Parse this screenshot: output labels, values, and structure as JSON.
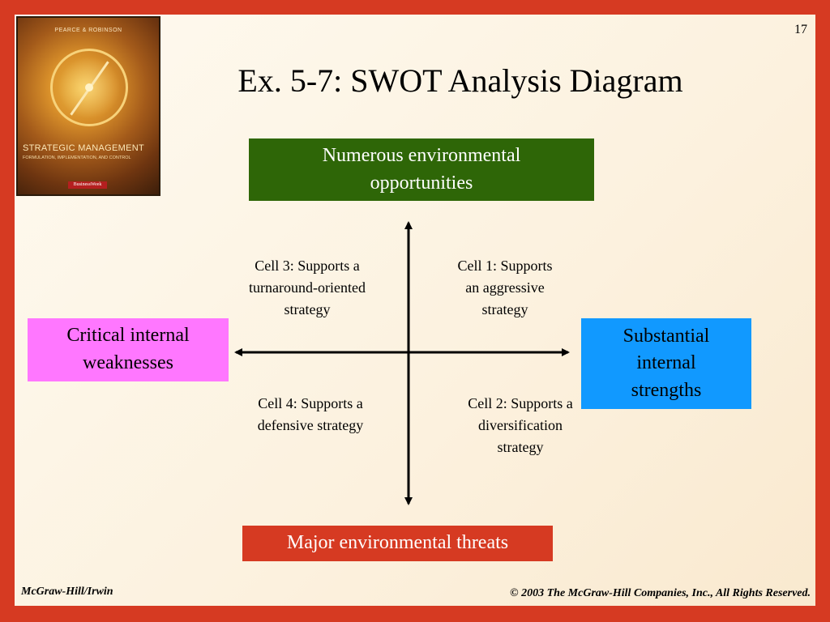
{
  "slide": {
    "page_number": "17",
    "title": "Ex. 5-7: SWOT Analysis Diagram"
  },
  "book_cover": {
    "author": "PEARCE & ROBINSON",
    "title": "STRATEGIC MANAGEMENT",
    "subtitle": "FORMULATION, IMPLEMENTATION, AND CONTROL",
    "badge": "BusinessWeek"
  },
  "diagram": {
    "opportunities": {
      "line1": "Numerous environmental",
      "line2": "opportunities",
      "color": "#2e6607"
    },
    "threats": {
      "label": "Major environmental threats",
      "color": "#d63a22"
    },
    "weaknesses": {
      "line1": "Critical internal",
      "line2": "weaknesses",
      "color": "#ff77ff"
    },
    "strengths": {
      "line1": "Substantial",
      "line2": "internal",
      "line3": "strengths",
      "color": "#1199ff"
    },
    "cells": {
      "cell3": {
        "line1": "Cell 3: Supports a",
        "line2": "turnaround-oriented",
        "line3": "strategy"
      },
      "cell1": {
        "line1": "Cell 1: Supports",
        "line2": "an aggressive",
        "line3": "strategy"
      },
      "cell4": {
        "line1": "Cell 4: Supports a",
        "line2": "defensive strategy"
      },
      "cell2": {
        "line1": "Cell 2: Supports a",
        "line2": "diversification",
        "line3": "strategy"
      }
    }
  },
  "footer": {
    "left": "McGraw-Hill/Irwin",
    "right": "© 2003 The McGraw-Hill Companies, Inc., All Rights Reserved."
  },
  "colors": {
    "frame": "#d63a22",
    "background": "#fcf1de"
  }
}
